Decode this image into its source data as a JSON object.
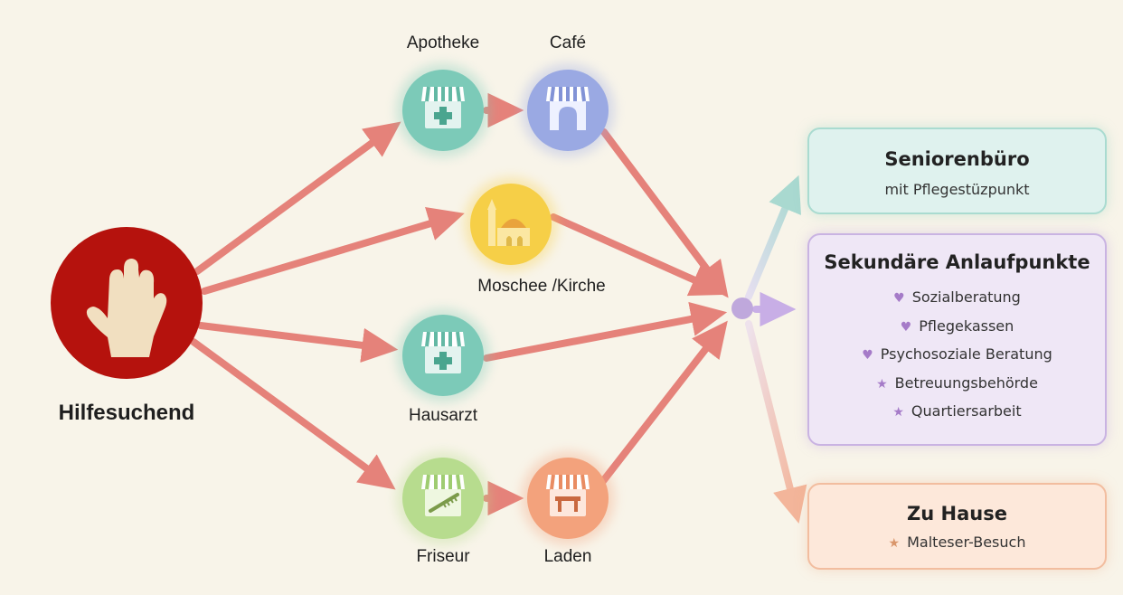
{
  "main": {
    "label": "Hilfesuchend",
    "icon": "hand-icon",
    "color": "#b5120d"
  },
  "nodes": {
    "apotheke": {
      "label": "Apotheke",
      "icon": "pharmacy-shop-icon",
      "color": "#7ccab8"
    },
    "cafe": {
      "label": "Café",
      "icon": "cafe-shop-icon",
      "color": "#9aa9e3"
    },
    "moschee": {
      "label": "Moschee /Kirche",
      "icon": "mosque-icon",
      "color": "#f6cf47"
    },
    "hausarzt": {
      "label": "Hausarzt",
      "icon": "medical-shop-icon",
      "color": "#7ccab8"
    },
    "friseur": {
      "label": "Friseur",
      "icon": "comb-shop-icon",
      "color": "#b7dc8e"
    },
    "laden": {
      "label": "Laden",
      "icon": "store-table-icon",
      "color": "#f3a27c"
    }
  },
  "targets": {
    "senioren": {
      "title": "Seniorenbüro",
      "subtitle": "mit Pflegestüzpunkt"
    },
    "sekundaer": {
      "title": "Sekundäre Anlaufpunkte",
      "items": [
        {
          "label": "Sozialberatung",
          "icon": "heart-icon"
        },
        {
          "label": "Pflegekassen",
          "icon": "heart-icon"
        },
        {
          "label": "Psychosoziale Beratung",
          "icon": "heart-icon"
        },
        {
          "label": "Betreuungsbehörde",
          "icon": "star-icon"
        },
        {
          "label": "Quartiersarbeit",
          "icon": "star-icon"
        }
      ]
    },
    "hause": {
      "title": "Zu Hause",
      "items": [
        {
          "label": "Malteser-Besuch",
          "icon": "star-icon"
        }
      ]
    }
  },
  "colors": {
    "arrow": "#e5827a",
    "hub": "#bfa8dc",
    "teal_arrow": "#a9d9d0",
    "purple_arrow": "#c8aee6",
    "orange_arrow": "#f3b59a"
  }
}
